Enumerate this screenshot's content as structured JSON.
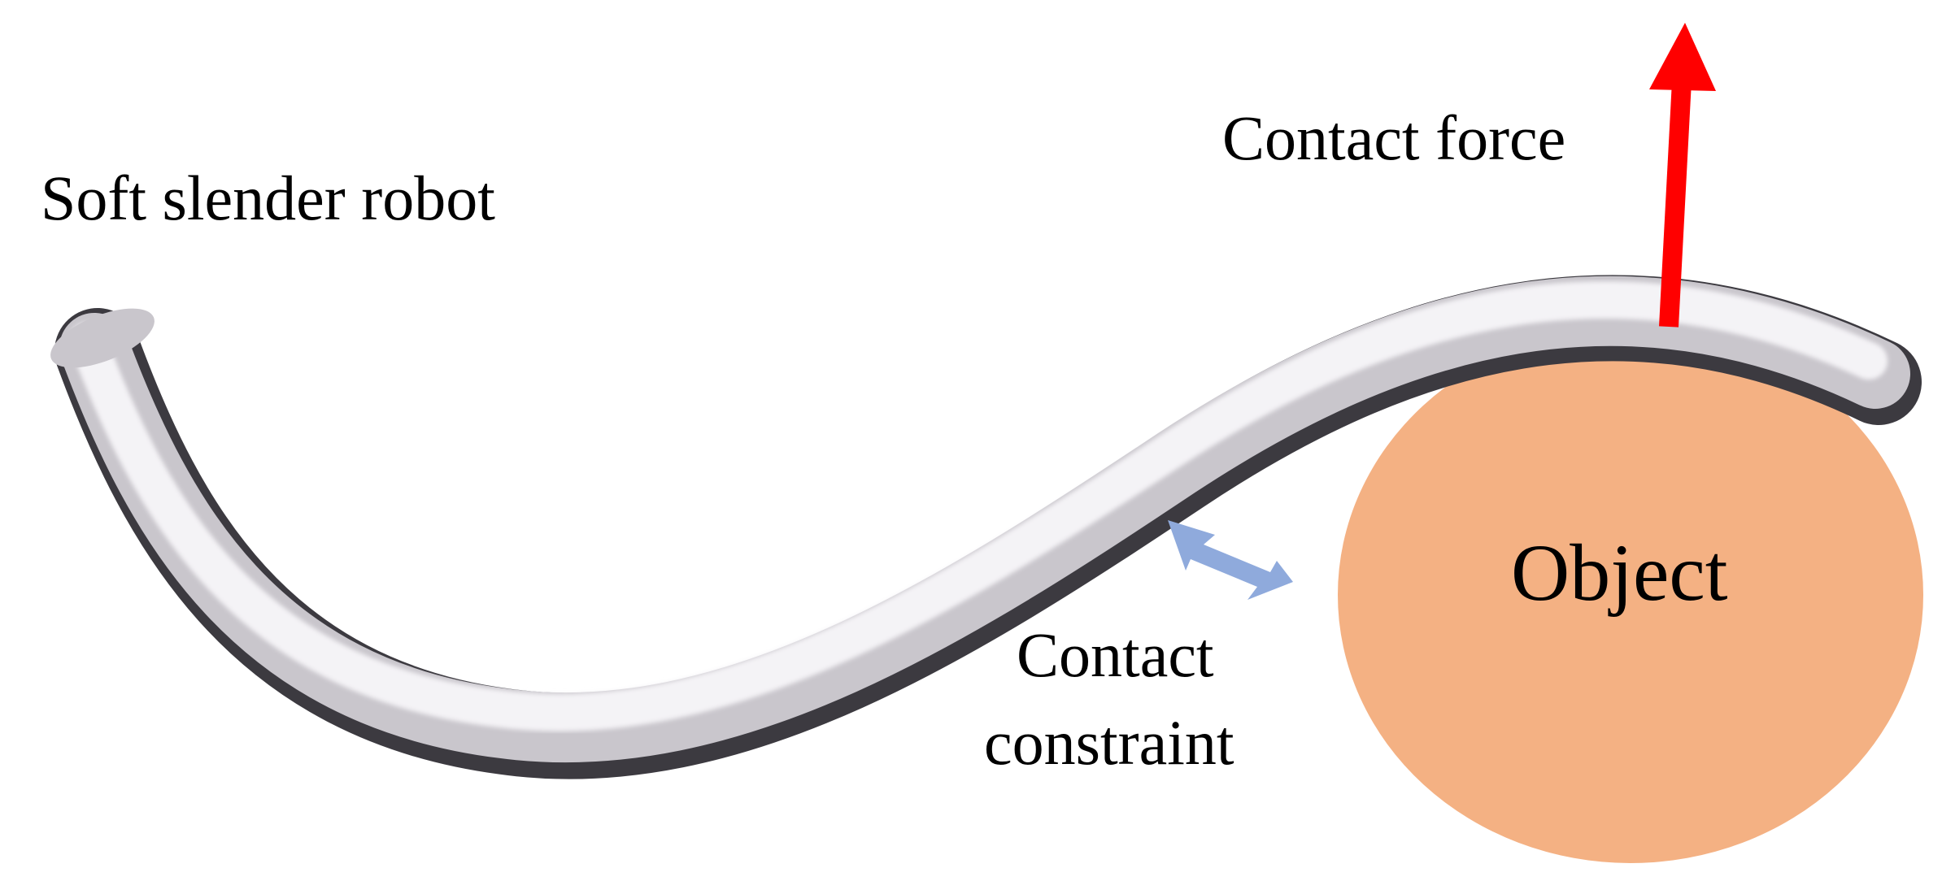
{
  "labels": {
    "robot": "Soft slender robot",
    "contact_force": "Contact force",
    "contact_constraint_line1": "Contact",
    "contact_constraint_line2": "constraint",
    "object": "Object"
  },
  "colors": {
    "robot_light": "#f4f3f6",
    "robot_mid": "#c9c6cc",
    "robot_dark": "#3c3a40",
    "object_fill": "#f4b183",
    "force_arrow": "#ff0000",
    "constraint_arrow": "#8faadc",
    "text": "#000000",
    "background": "#ffffff"
  }
}
